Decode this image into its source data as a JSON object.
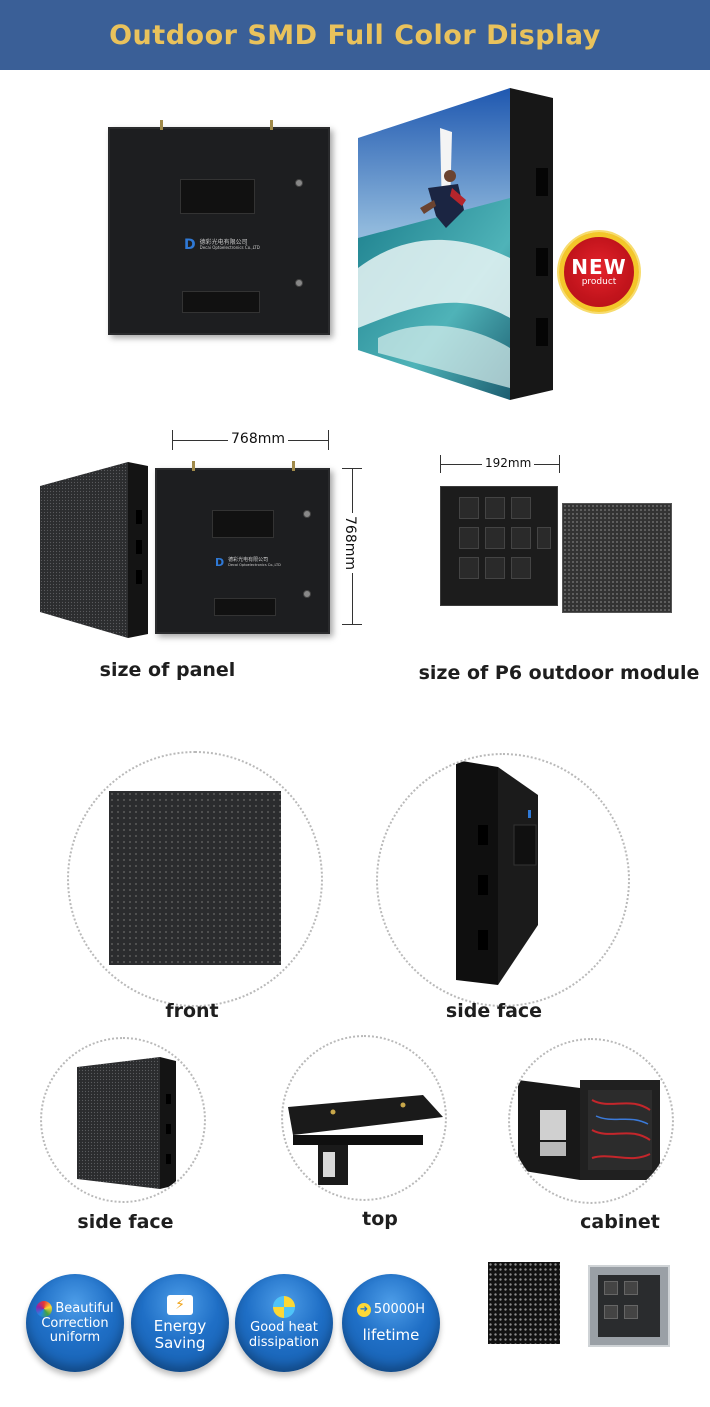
{
  "header": {
    "title": "Outdoor SMD Full Color Display"
  },
  "badge": {
    "main": "NEW",
    "sub": "product"
  },
  "company": {
    "logo_letter": "D",
    "name_cn": "德彩光电有限公司",
    "name_en": "Decai Optoelectronics Co.,LTD"
  },
  "panel_size": {
    "width": "768mm",
    "height": "768mm",
    "caption": "size of panel"
  },
  "module_size": {
    "width": "192mm",
    "caption": "size of P6 outdoor module"
  },
  "views": {
    "front": "front",
    "side_face_1": "side face",
    "side_face_2": "side face",
    "top": "top",
    "cabinet": "cabinet"
  },
  "features": [
    {
      "lines": [
        "Beautiful",
        "Correction",
        "uniform"
      ],
      "icon": "color-wheel-icon"
    },
    {
      "lines": [
        "Energy",
        "Saving"
      ],
      "icon": "lightning-icon"
    },
    {
      "lines": [
        "Good heat",
        "dissipation"
      ],
      "icon": "fan-icon"
    },
    {
      "lines": [
        "50000H",
        "lifetime"
      ],
      "icon": "arrow-icon"
    }
  ],
  "colors": {
    "header_bg": "#3a5f97",
    "header_text": "#e9c25c",
    "feature_blue": "#1f6fc6",
    "badge_red": "#e4232b",
    "badge_gold": "#f3c62a"
  }
}
